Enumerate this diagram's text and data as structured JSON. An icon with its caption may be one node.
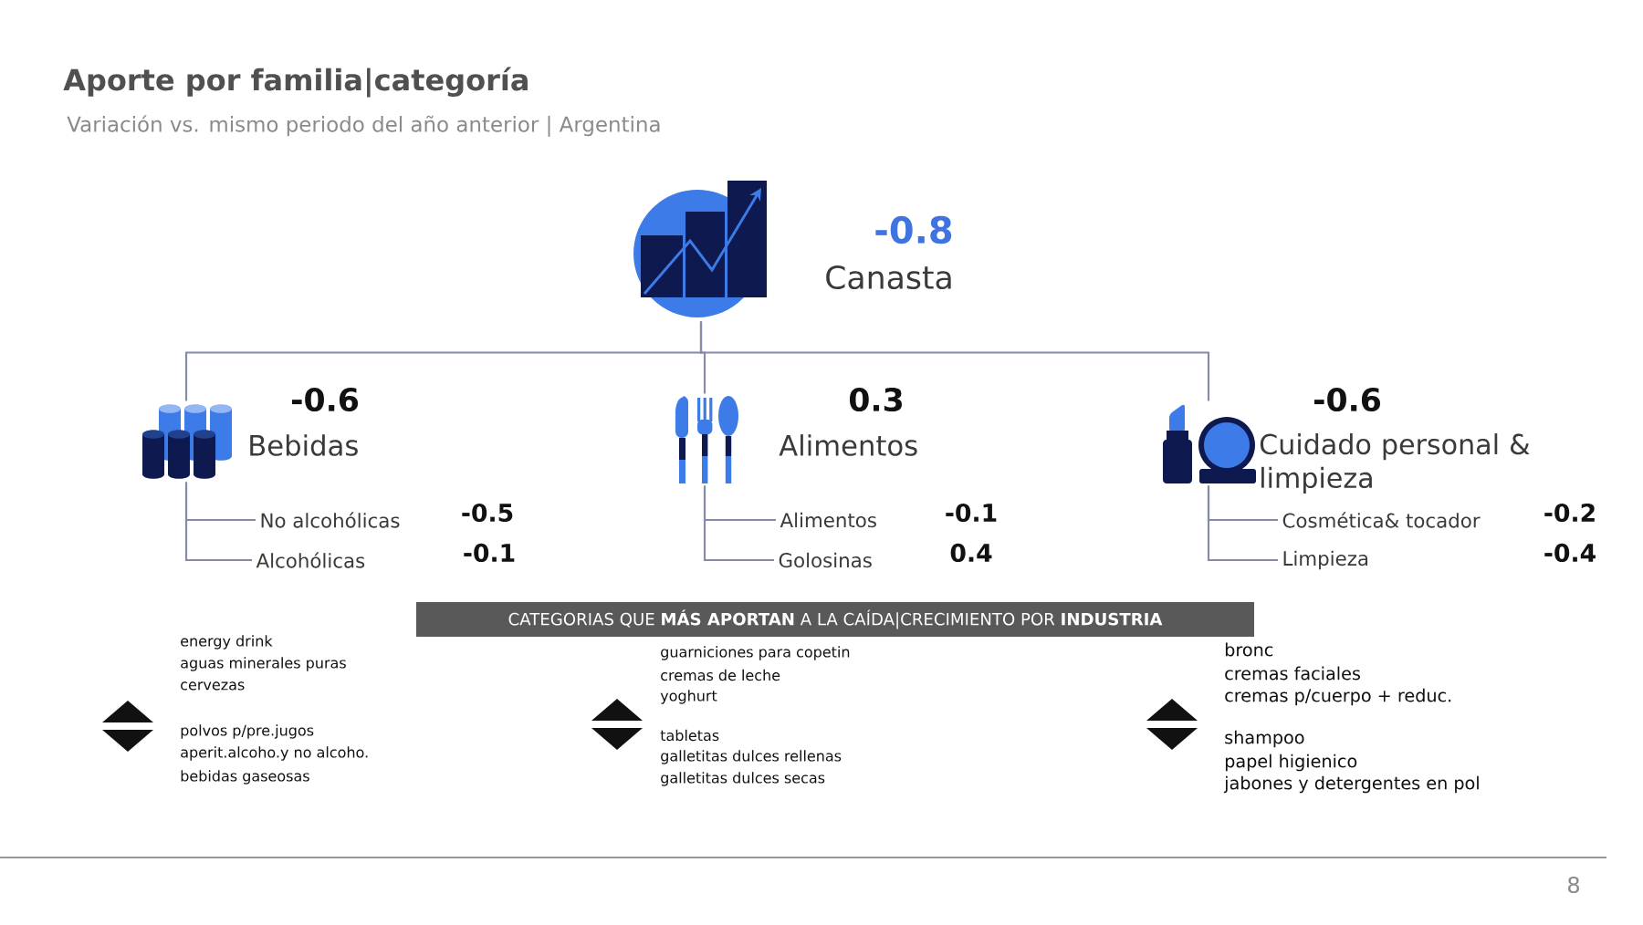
{
  "diagram": {
    "title": "Aporte por familia|categoría",
    "nodes": [
      {
        "text": [],
        "shape": "picture",
        "beside": [
          "-0.8",
          "Canasta"
        ]
      },
      {
        "text": [],
        "shape": "picture",
        "beside": [
          "-0.6",
          "Bebidas"
        ]
      },
      {
        "text": [],
        "shape": "picture",
        "beside": [
          "0.3",
          "Alimentos"
        ]
      },
      {
        "text": [],
        "shape": "picture",
        "beside": [
          "-0.6",
          "Cuidado personal & limpieza"
        ]
      },
      {
        "text": [
          "No alcohólicas",
          "-0.5"
        ]
      },
      {
        "text": [
          "Alcohólicas",
          "-0.1"
        ]
      },
      {
        "text": [
          "Alimentos",
          "-0.1"
        ]
      },
      {
        "text": [
          "Golosinas",
          "0.4"
        ]
      },
      {
        "text": [
          "Cosmética& tocador",
          "-0.2"
        ]
      },
      {
        "text": [
          "Limpieza",
          "-0.4"
        ]
      },
      {
        "text": [
          "CATEGORIAS QUE **MÁS APORTAN** A LA CAÍDA|CRECIMIENTO POR **INDUSTRIA**"
        ]
      }
    ],
    "edges": [
      {
        "from": 0,
        "to": 1,
        "arrow": "none"
      },
      {
        "from": 0,
        "to": 2,
        "arrow": "none"
      },
      {
        "from": 0,
        "to": 3,
        "arrow": "none"
      },
      {
        "from": 1,
        "to": 4,
        "arrow": "none"
      },
      {
        "from": 1,
        "to": 5,
        "arrow": "none"
      },
      {
        "from": 2,
        "to": 6,
        "arrow": "none"
      },
      {
        "from": 2,
        "to": 7,
        "arrow": "none"
      },
      {
        "from": 3,
        "to": 8,
        "arrow": "none"
      },
      {
        "from": 3,
        "to": 9,
        "arrow": "none"
      }
    ],
    "labels": [
      "Variación vs. mismo periodo del año anterior | Argentina",
      "energy drink",
      "aguas minerales puras",
      "cervezas",
      "polvos p/pre.jugos",
      "aperit.alcoho.y no alcoho.",
      "bebidas gaseosas",
      "guarniciones para copetin",
      "cremas de leche",
      "yoghurt",
      "tabletas",
      "galletitas dulces rellenas",
      "galletitas dulces secas",
      "bronc",
      "cremas faciales",
      "cremas p/cuerpo + reduc.",
      "shampoo",
      "papel higienico",
      "jabones y detergentes en pol",
      "8"
    ]
  }
}
